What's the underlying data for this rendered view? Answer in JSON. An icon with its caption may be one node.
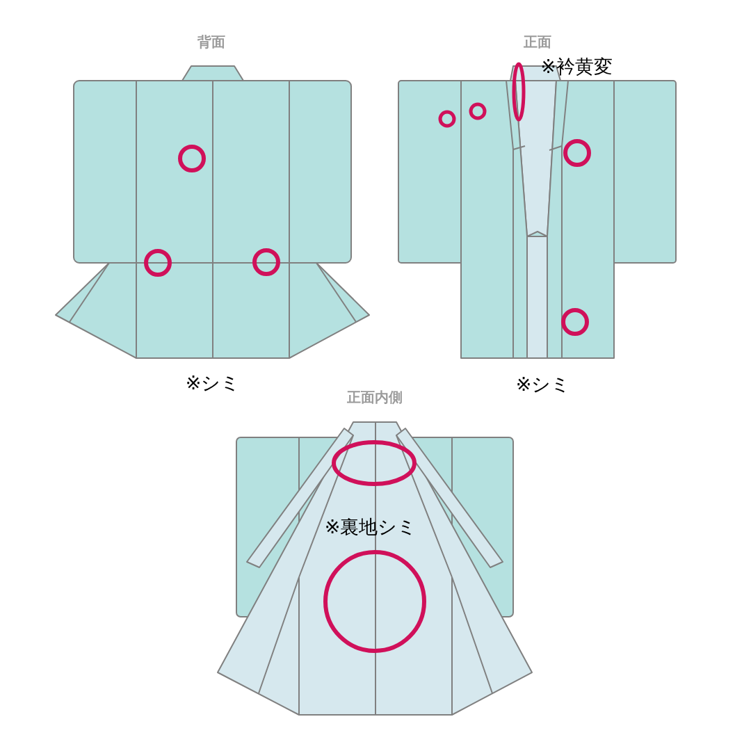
{
  "diagram": {
    "labels": [
      "背面",
      "正面",
      "※衿黄変",
      "※シミ",
      "※シミ",
      "正面内側",
      "※裏地シミ"
    ]
  }
}
